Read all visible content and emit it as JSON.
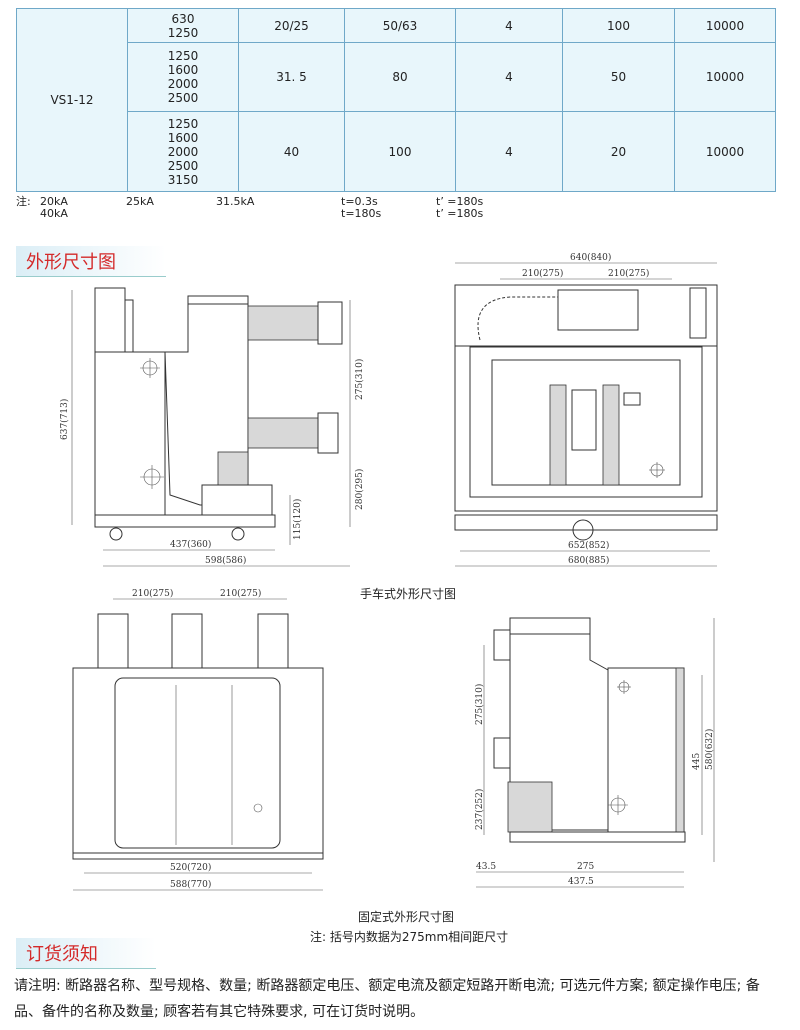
{
  "table": {
    "model": "VS1-12",
    "rows": [
      {
        "current": "630\n1250",
        "c1": "20/25",
        "c2": "50/63",
        "c3": "4",
        "c4": "100",
        "c5": "10000"
      },
      {
        "current": "1250\n1600\n2000\n2500",
        "c1": "31. 5",
        "c2": "80",
        "c3": "4",
        "c4": "50",
        "c5": "10000"
      },
      {
        "current": "1250\n1600\n2000\n2500\n3150",
        "c1": "40",
        "c2": "100",
        "c3": "4",
        "c4": "20",
        "c5": "10000"
      }
    ]
  },
  "note": {
    "prefix": "注:",
    "a1": "20kA",
    "a2": "40kA",
    "b1": "25kA",
    "c1": "31.5kA",
    "t1": "t=0.3s",
    "t2": "t=180s",
    "tp1": "t’ =180s",
    "tp2": "t’ =180s"
  },
  "sections": {
    "outline_title": "外形尺寸图",
    "order_title": "订货须知"
  },
  "captions": {
    "handcart": "手车式外形尺寸图",
    "fixed": "固定式外形尺寸图",
    "fixed_note": "注: 括号内数据为275mm相间距尺寸"
  },
  "dims": {
    "d637": "637(713)",
    "d275a": "275(310)",
    "d280": "280(295)",
    "d115": "115(120)",
    "d437a": "437(360)",
    "d598": "598(586)",
    "d640": "640(840)",
    "d210a": "210(275)",
    "d210b": "210(275)",
    "d652": "652(852)",
    "d680": "680(885)",
    "d210c": "210(275)",
    "d210d": "210(275)",
    "d520": "520(720)",
    "d588": "588(770)",
    "d275b": "275(310)",
    "d237": "237(252)",
    "d445": "445",
    "d580": "580(632)",
    "d43": "43.5",
    "d275c": "275",
    "d437b": "437.5"
  },
  "order_text": "请注明: 断路器名称、型号规格、数量; 断路器额定电压、额定电流及额定短路开断电流; 可选元件方案; 额定操作电压; 备品、备件的名称及数量; 顾客若有其它特殊要求, 可在订货时说明。"
}
